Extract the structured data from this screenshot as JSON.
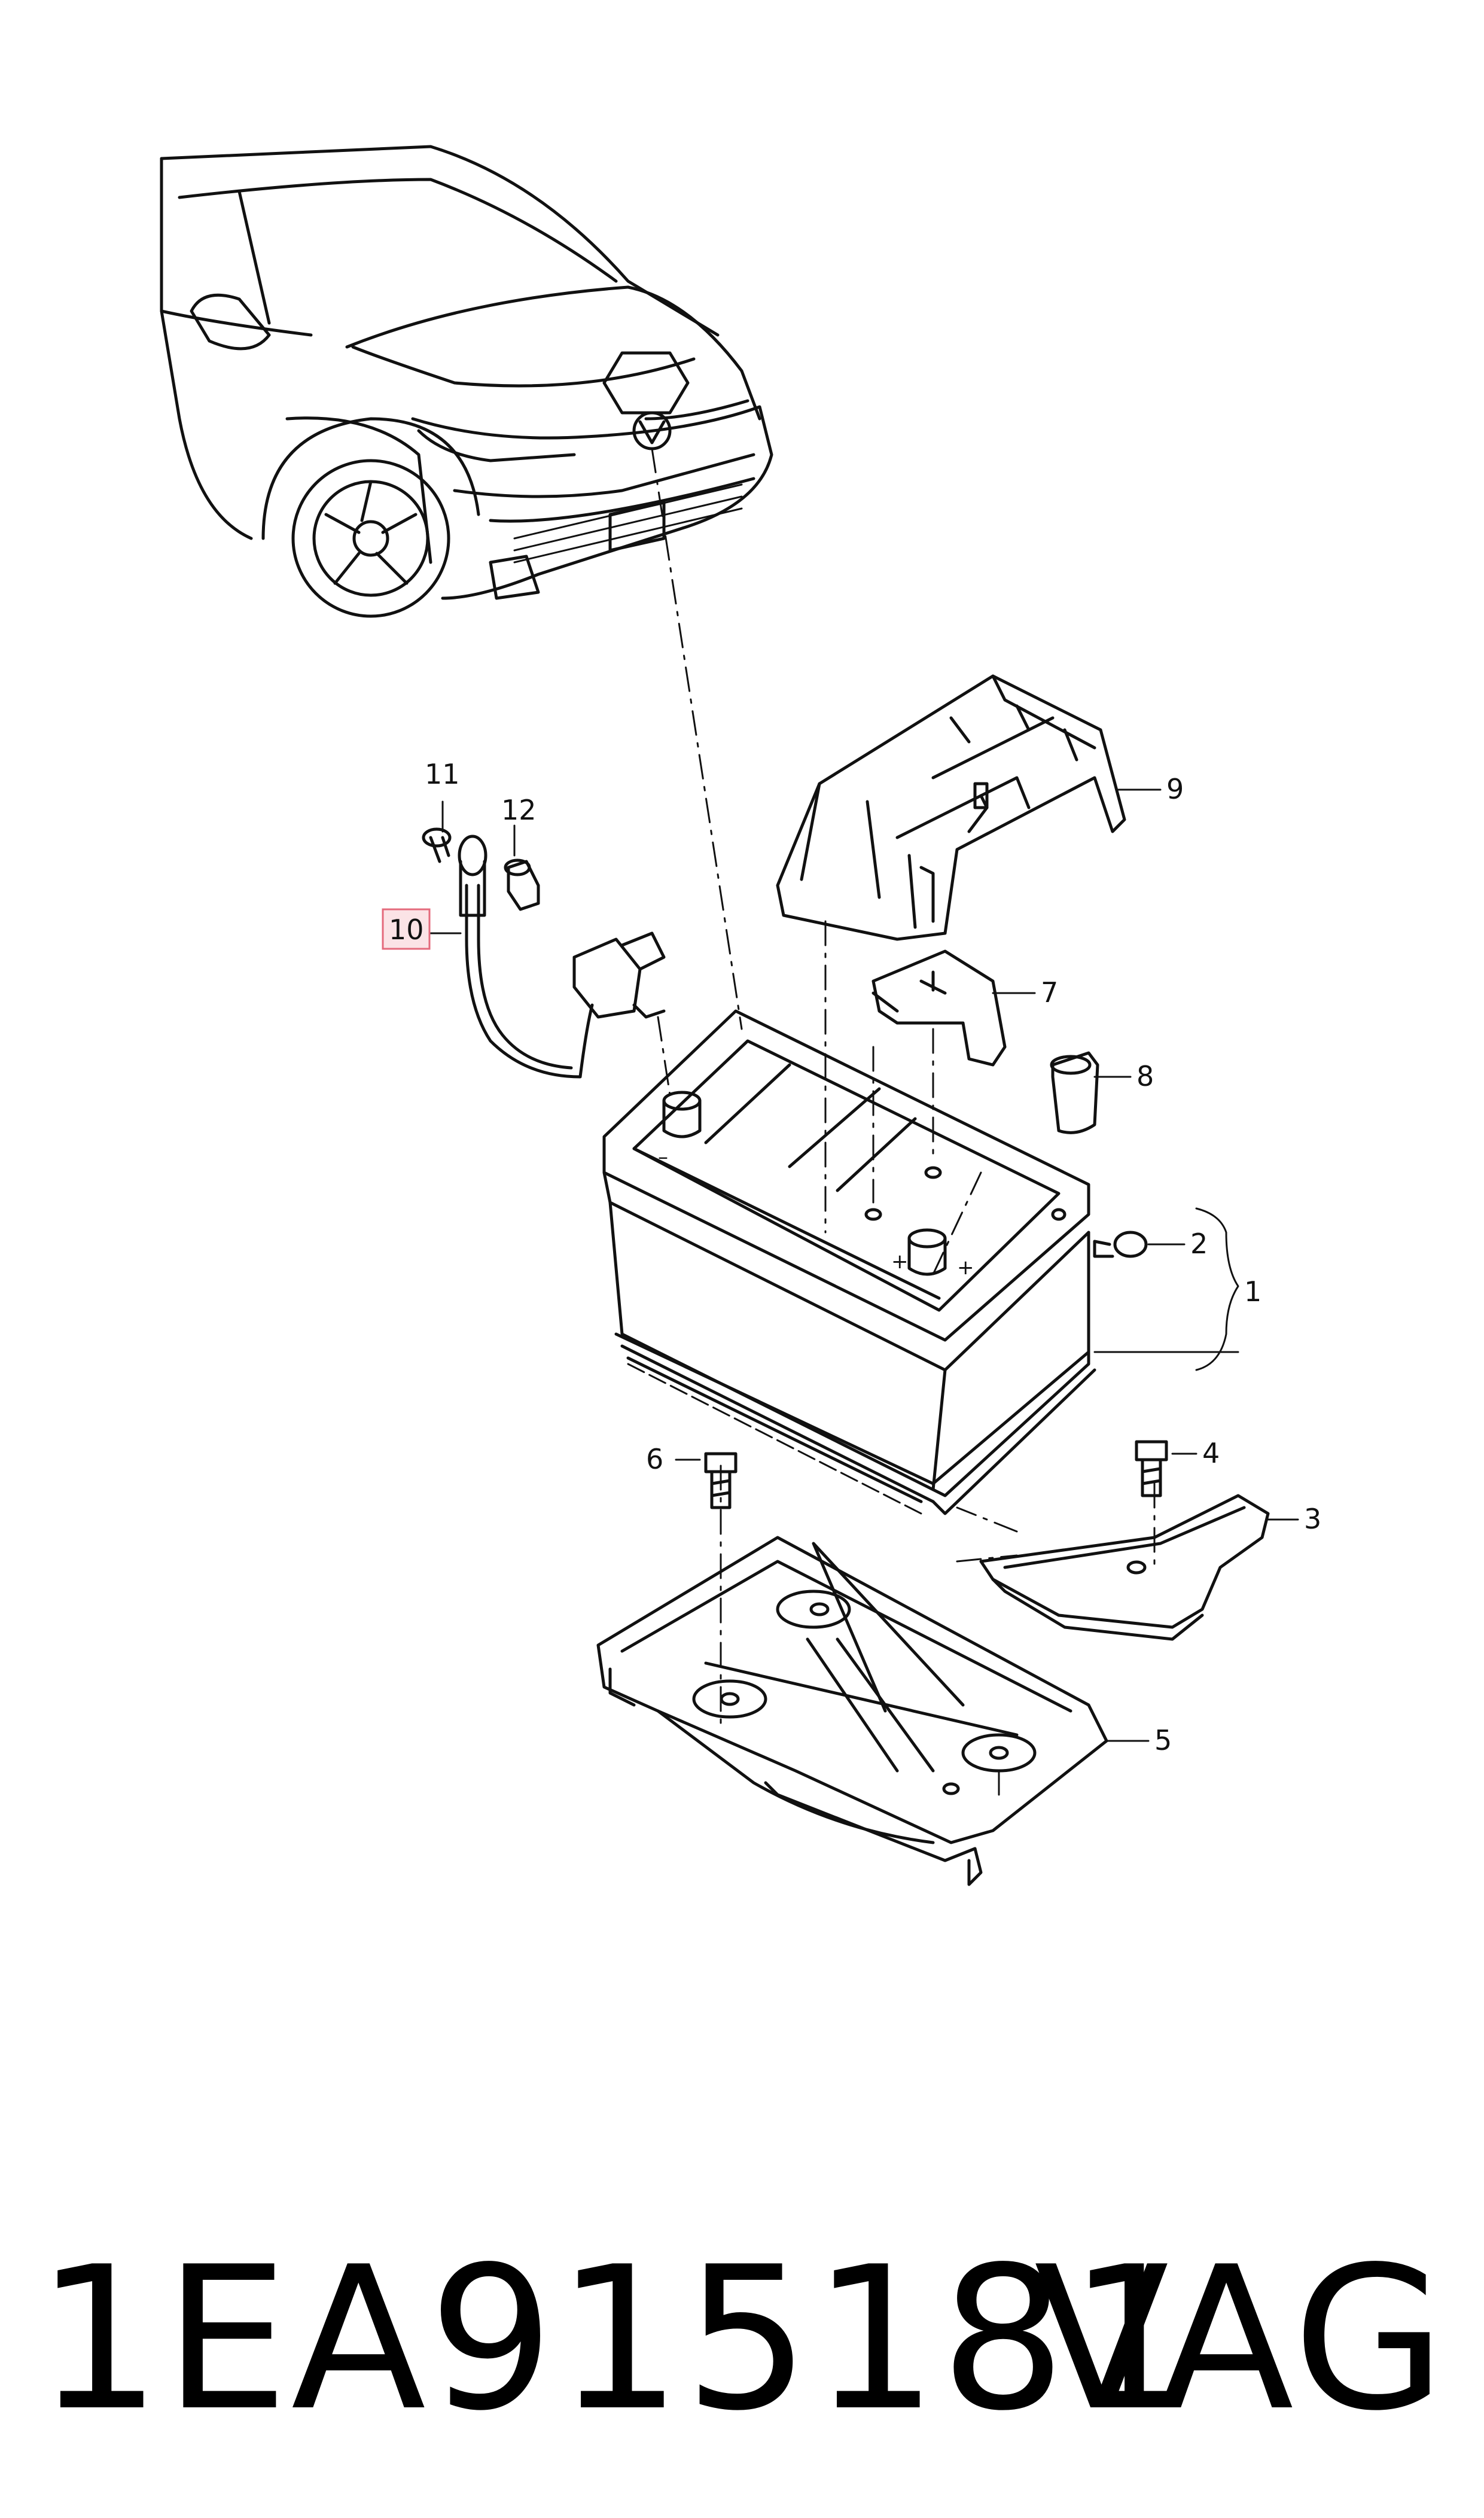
{
  "callouts": {
    "c1": "1",
    "c2": "2",
    "c3": "3",
    "c4": "4",
    "c5": "5",
    "c6": "6",
    "c7": "7",
    "c8": "8",
    "c9": "9",
    "c10": "10",
    "c11": "11",
    "c12": "12"
  },
  "terminals": {
    "plus": "+",
    "minus": "–"
  },
  "footer": {
    "part_number": "1EA915181",
    "brand": "VAG"
  },
  "colors": {
    "line": "#111111",
    "highlight_fill": "#fbe3e6",
    "highlight_border": "#e46a7c"
  },
  "icons": [
    "car-front-illustration",
    "hexagon-marker-icon",
    "battery-illustration"
  ]
}
